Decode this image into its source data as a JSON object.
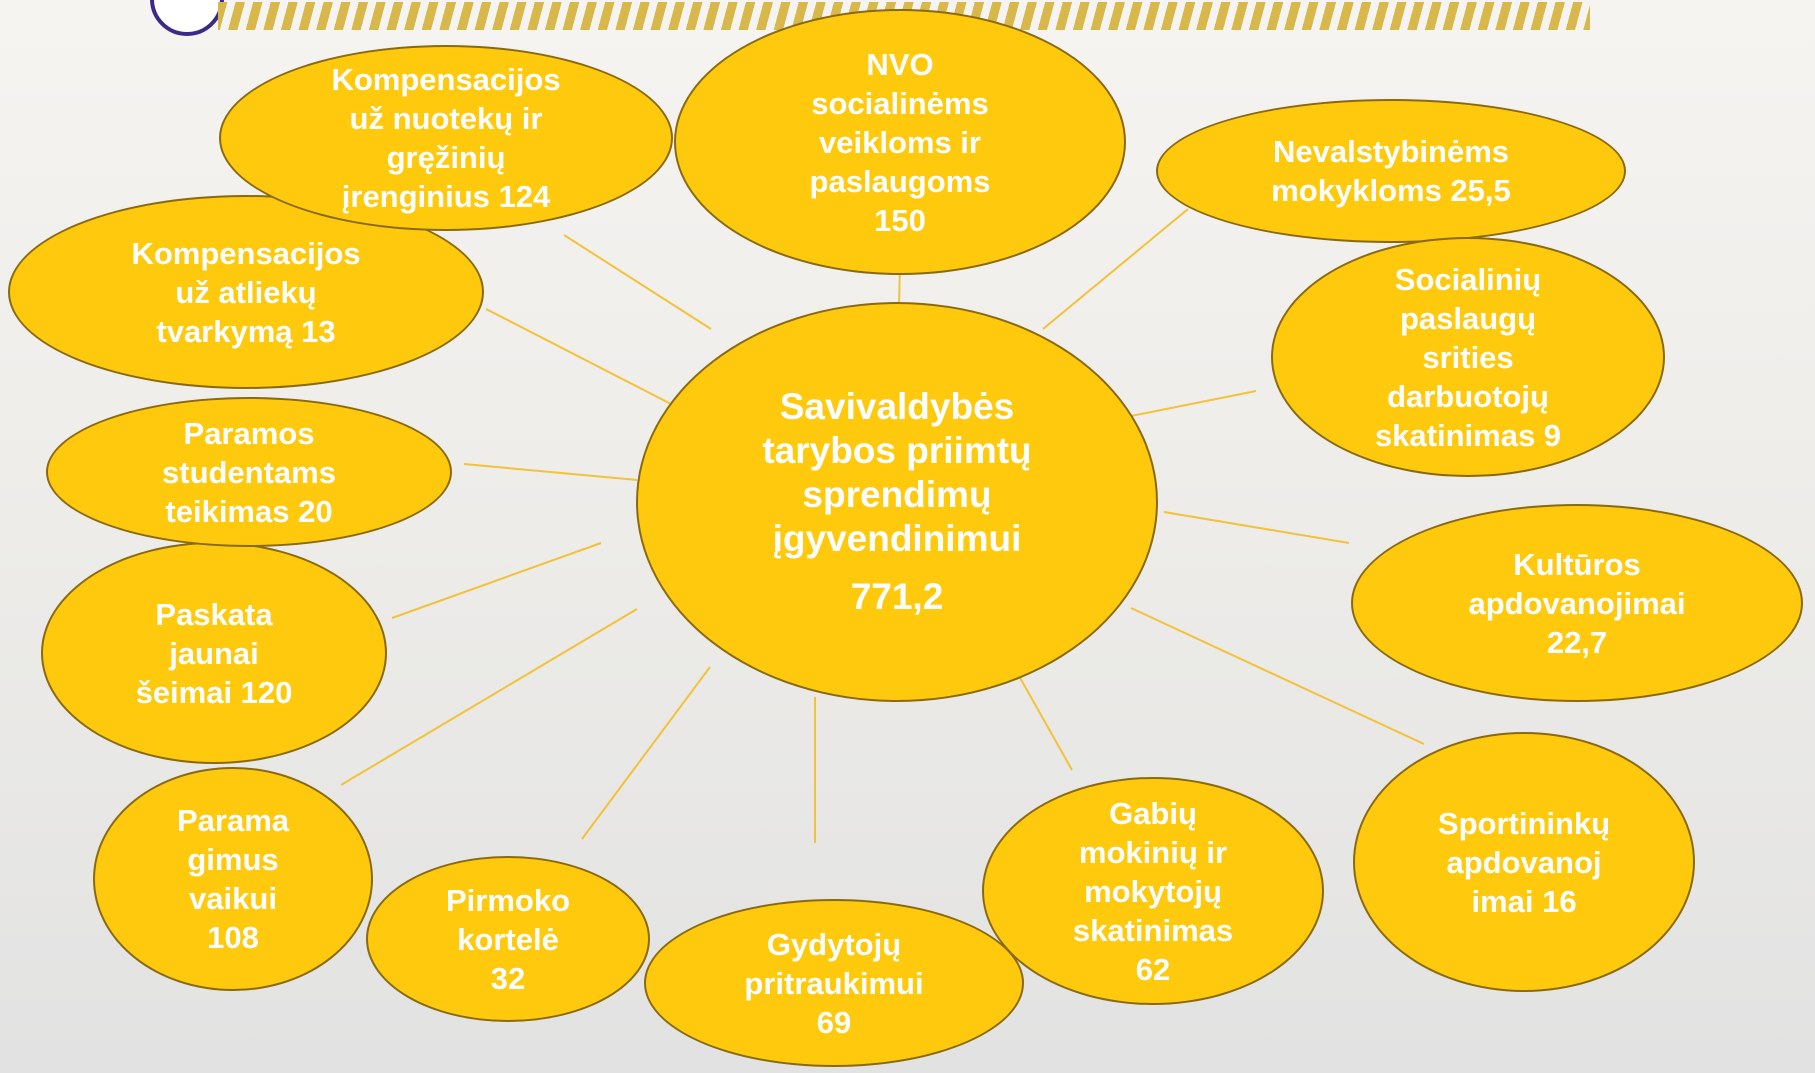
{
  "center": {
    "label_lines": [
      "Savivaldybės",
      "tarybos priimtų",
      "sprendimų",
      "įgyvendinimui"
    ],
    "value": "771,2"
  },
  "items": [
    {
      "id": "nvo",
      "label_lines": [
        "NVO",
        "socialinėms",
        "veikloms ir",
        "paslaugoms"
      ],
      "value": "150"
    },
    {
      "id": "nevalstybines-mokyklos",
      "label_lines": [
        "Nevalstybinėms",
        "mokykloms 25,5"
      ],
      "value": ""
    },
    {
      "id": "socialiniu-paslaugu-darbuotojai",
      "label_lines": [
        "Socialinių",
        "paslaugų",
        "srities",
        "darbuotojų",
        "skatinimas 9"
      ],
      "value": ""
    },
    {
      "id": "kulturos-apdovanojimai",
      "label_lines": [
        "Kultūros",
        "apdovanojimai"
      ],
      "value": "22,7"
    },
    {
      "id": "sportininku-apdovanojimai",
      "label_lines": [
        "Sportininkų",
        "apdovanoj",
        "imai 16"
      ],
      "value": ""
    },
    {
      "id": "gabiu-mokiniu-skatinimas",
      "label_lines": [
        "Gabių",
        "mokinių ir",
        "mokytojų",
        "skatinimas"
      ],
      "value": "62"
    },
    {
      "id": "gydytoju-pritraukimas",
      "label_lines": [
        "Gydytojų",
        "pritraukimui"
      ],
      "value": "69"
    },
    {
      "id": "pirmoko-kortele",
      "label_lines": [
        "Pirmoko",
        "kortelė"
      ],
      "value": "32"
    },
    {
      "id": "parama-gimus-vaikui",
      "label_lines": [
        "Parama",
        "gimus",
        "vaikui"
      ],
      "value": "108"
    },
    {
      "id": "paskata-jaunai-seimai",
      "label_lines": [
        "Paskata",
        "jaunai",
        "šeimai 120"
      ],
      "value": ""
    },
    {
      "id": "paramos-studentams",
      "label_lines": [
        "Paramos",
        "studentams",
        "teikimas 20"
      ],
      "value": ""
    },
    {
      "id": "kompensacijos-atlieku",
      "label_lines": [
        "Kompensacijos",
        "už atliekų",
        "tvarkymą 13"
      ],
      "value": ""
    },
    {
      "id": "kompensacijos-nuoteku",
      "label_lines": [
        "Kompensacijos",
        "už nuotekų ir",
        "gręžinių",
        "įrenginius 124"
      ],
      "value": ""
    }
  ],
  "colors": {
    "node_fill": "#ffc90e",
    "node_stroke": "#8a6a10",
    "text": "#ffffff",
    "connector": "#f2c23a",
    "stripe": "#d8b84a",
    "logo_ring": "#3b2a86"
  }
}
